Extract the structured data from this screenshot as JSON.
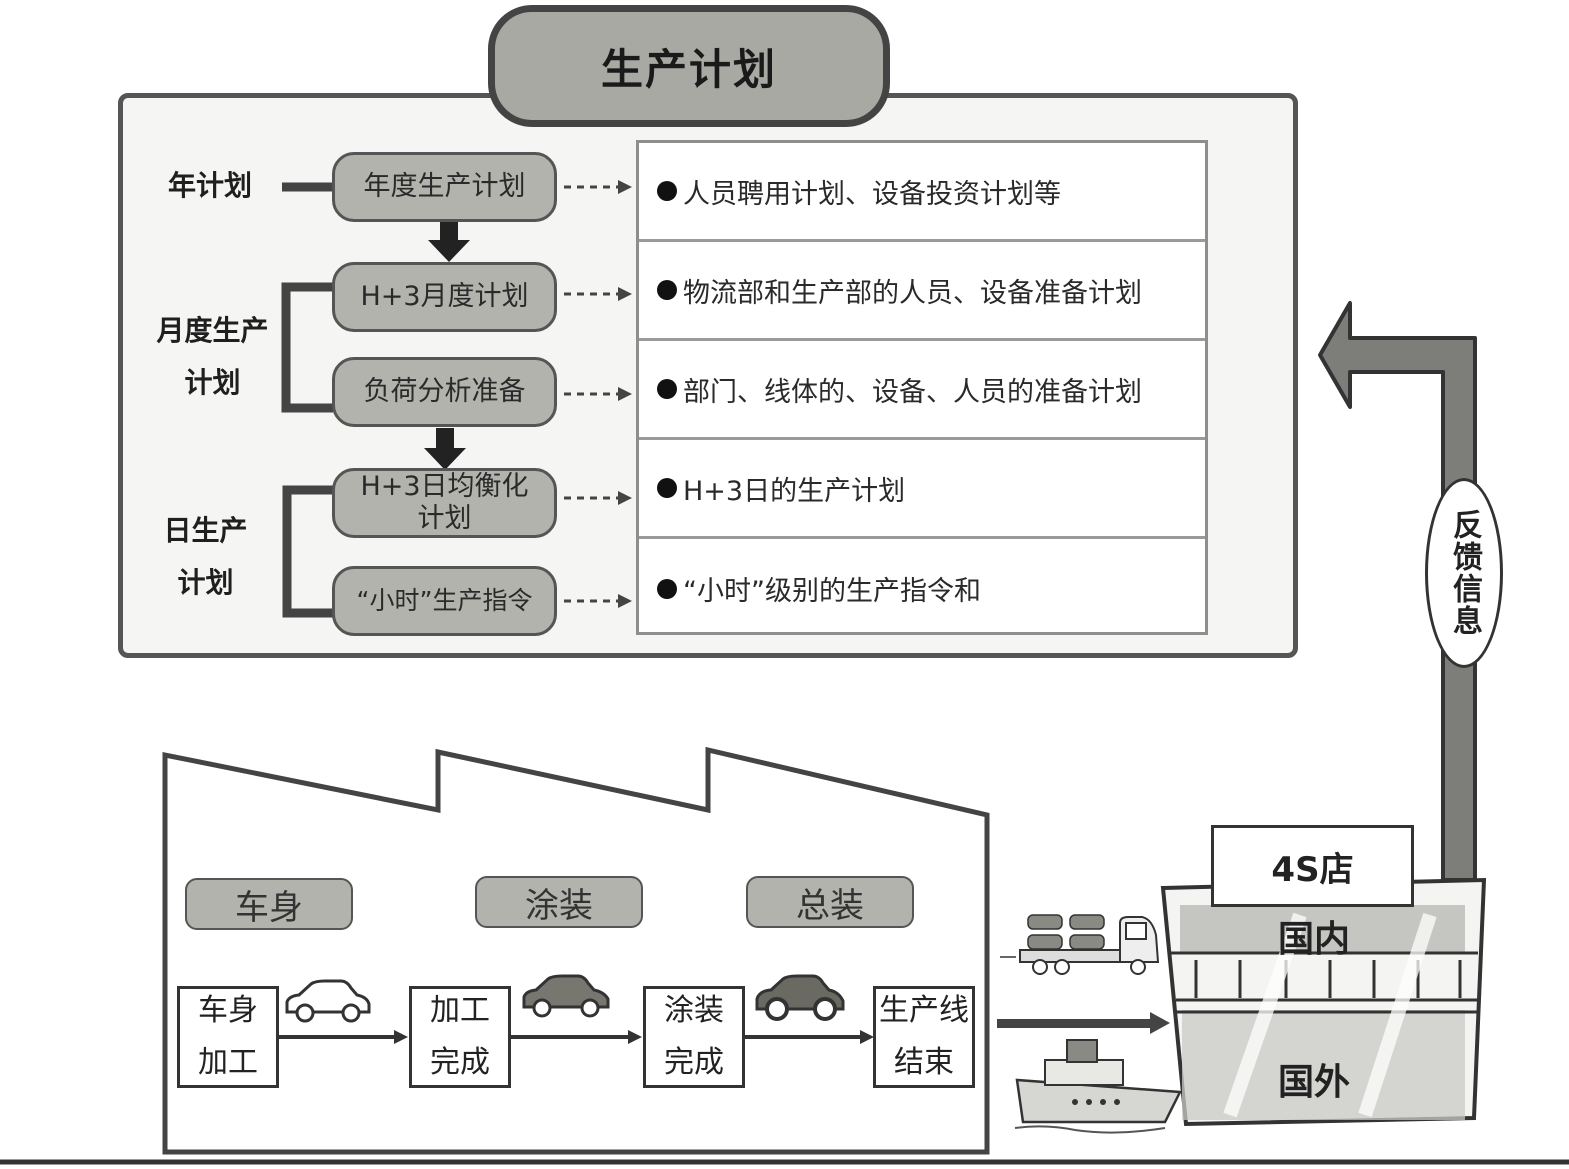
{
  "title": "生产计划",
  "levels": {
    "year": "年计划",
    "month": [
      "月度生产",
      "计划"
    ],
    "day": [
      "日生产",
      "计划"
    ]
  },
  "plan_steps": [
    "年度生产计划",
    "H+3月度计划",
    "负荷分析准备",
    "H+3日均衡化\n计划",
    "“小时”生产指令"
  ],
  "details": [
    "人员聘用计划、设备投资计划等",
    "物流部和生产部的人员、设备准备计划",
    "部门、线体的、设备、人员的准备计划",
    "H+3日的生产计划",
    " “小时”级别的生产指令和"
  ],
  "factory": {
    "areas": [
      "车身",
      "涂装",
      "总装"
    ],
    "steps": [
      "车身\n加工",
      "加工\n完成",
      "涂装\n完成",
      "生产线\n结束"
    ]
  },
  "store": {
    "sign": "4S店",
    "domestic": "国内",
    "overseas": "国外"
  },
  "feedback": "反馈信息",
  "colors": {
    "box_fill": "#b3b3ae",
    "panel_border": "#555555",
    "arrow": "#2a2a2a",
    "feedback_arrow": "#7d7d79"
  }
}
